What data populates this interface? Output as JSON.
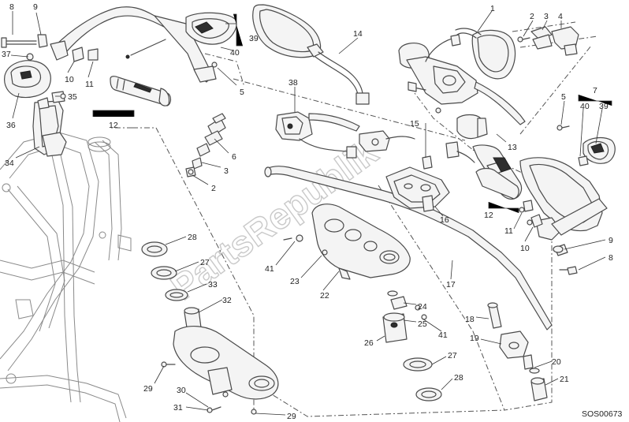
{
  "watermark": "PartsRepublik",
  "drawing_code": "SOS00673",
  "labels": [
    "1",
    "2",
    "3",
    "4",
    "5",
    "6",
    "7",
    "8",
    "9",
    "10",
    "11",
    "12",
    "13",
    "14",
    "15",
    "16",
    "17",
    "18",
    "19",
    "20",
    "21",
    "22",
    "23",
    "24",
    "25",
    "26",
    "27",
    "28",
    "29",
    "30",
    "31",
    "32",
    "33",
    "34",
    "35",
    "36",
    "37",
    "38",
    "39",
    "40",
    "41"
  ]
}
